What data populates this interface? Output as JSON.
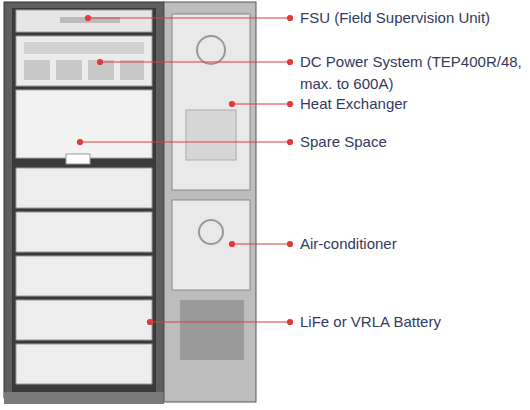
{
  "diagram": {
    "labels": [
      "FSU (Field Supervision Unit)",
      "DC Power System (TEP400R/48, max. to 600A)",
      "Heat Exchanger",
      "Spare Space",
      "Air-conditioner",
      "LiFe or VRLA Battery"
    ]
  }
}
